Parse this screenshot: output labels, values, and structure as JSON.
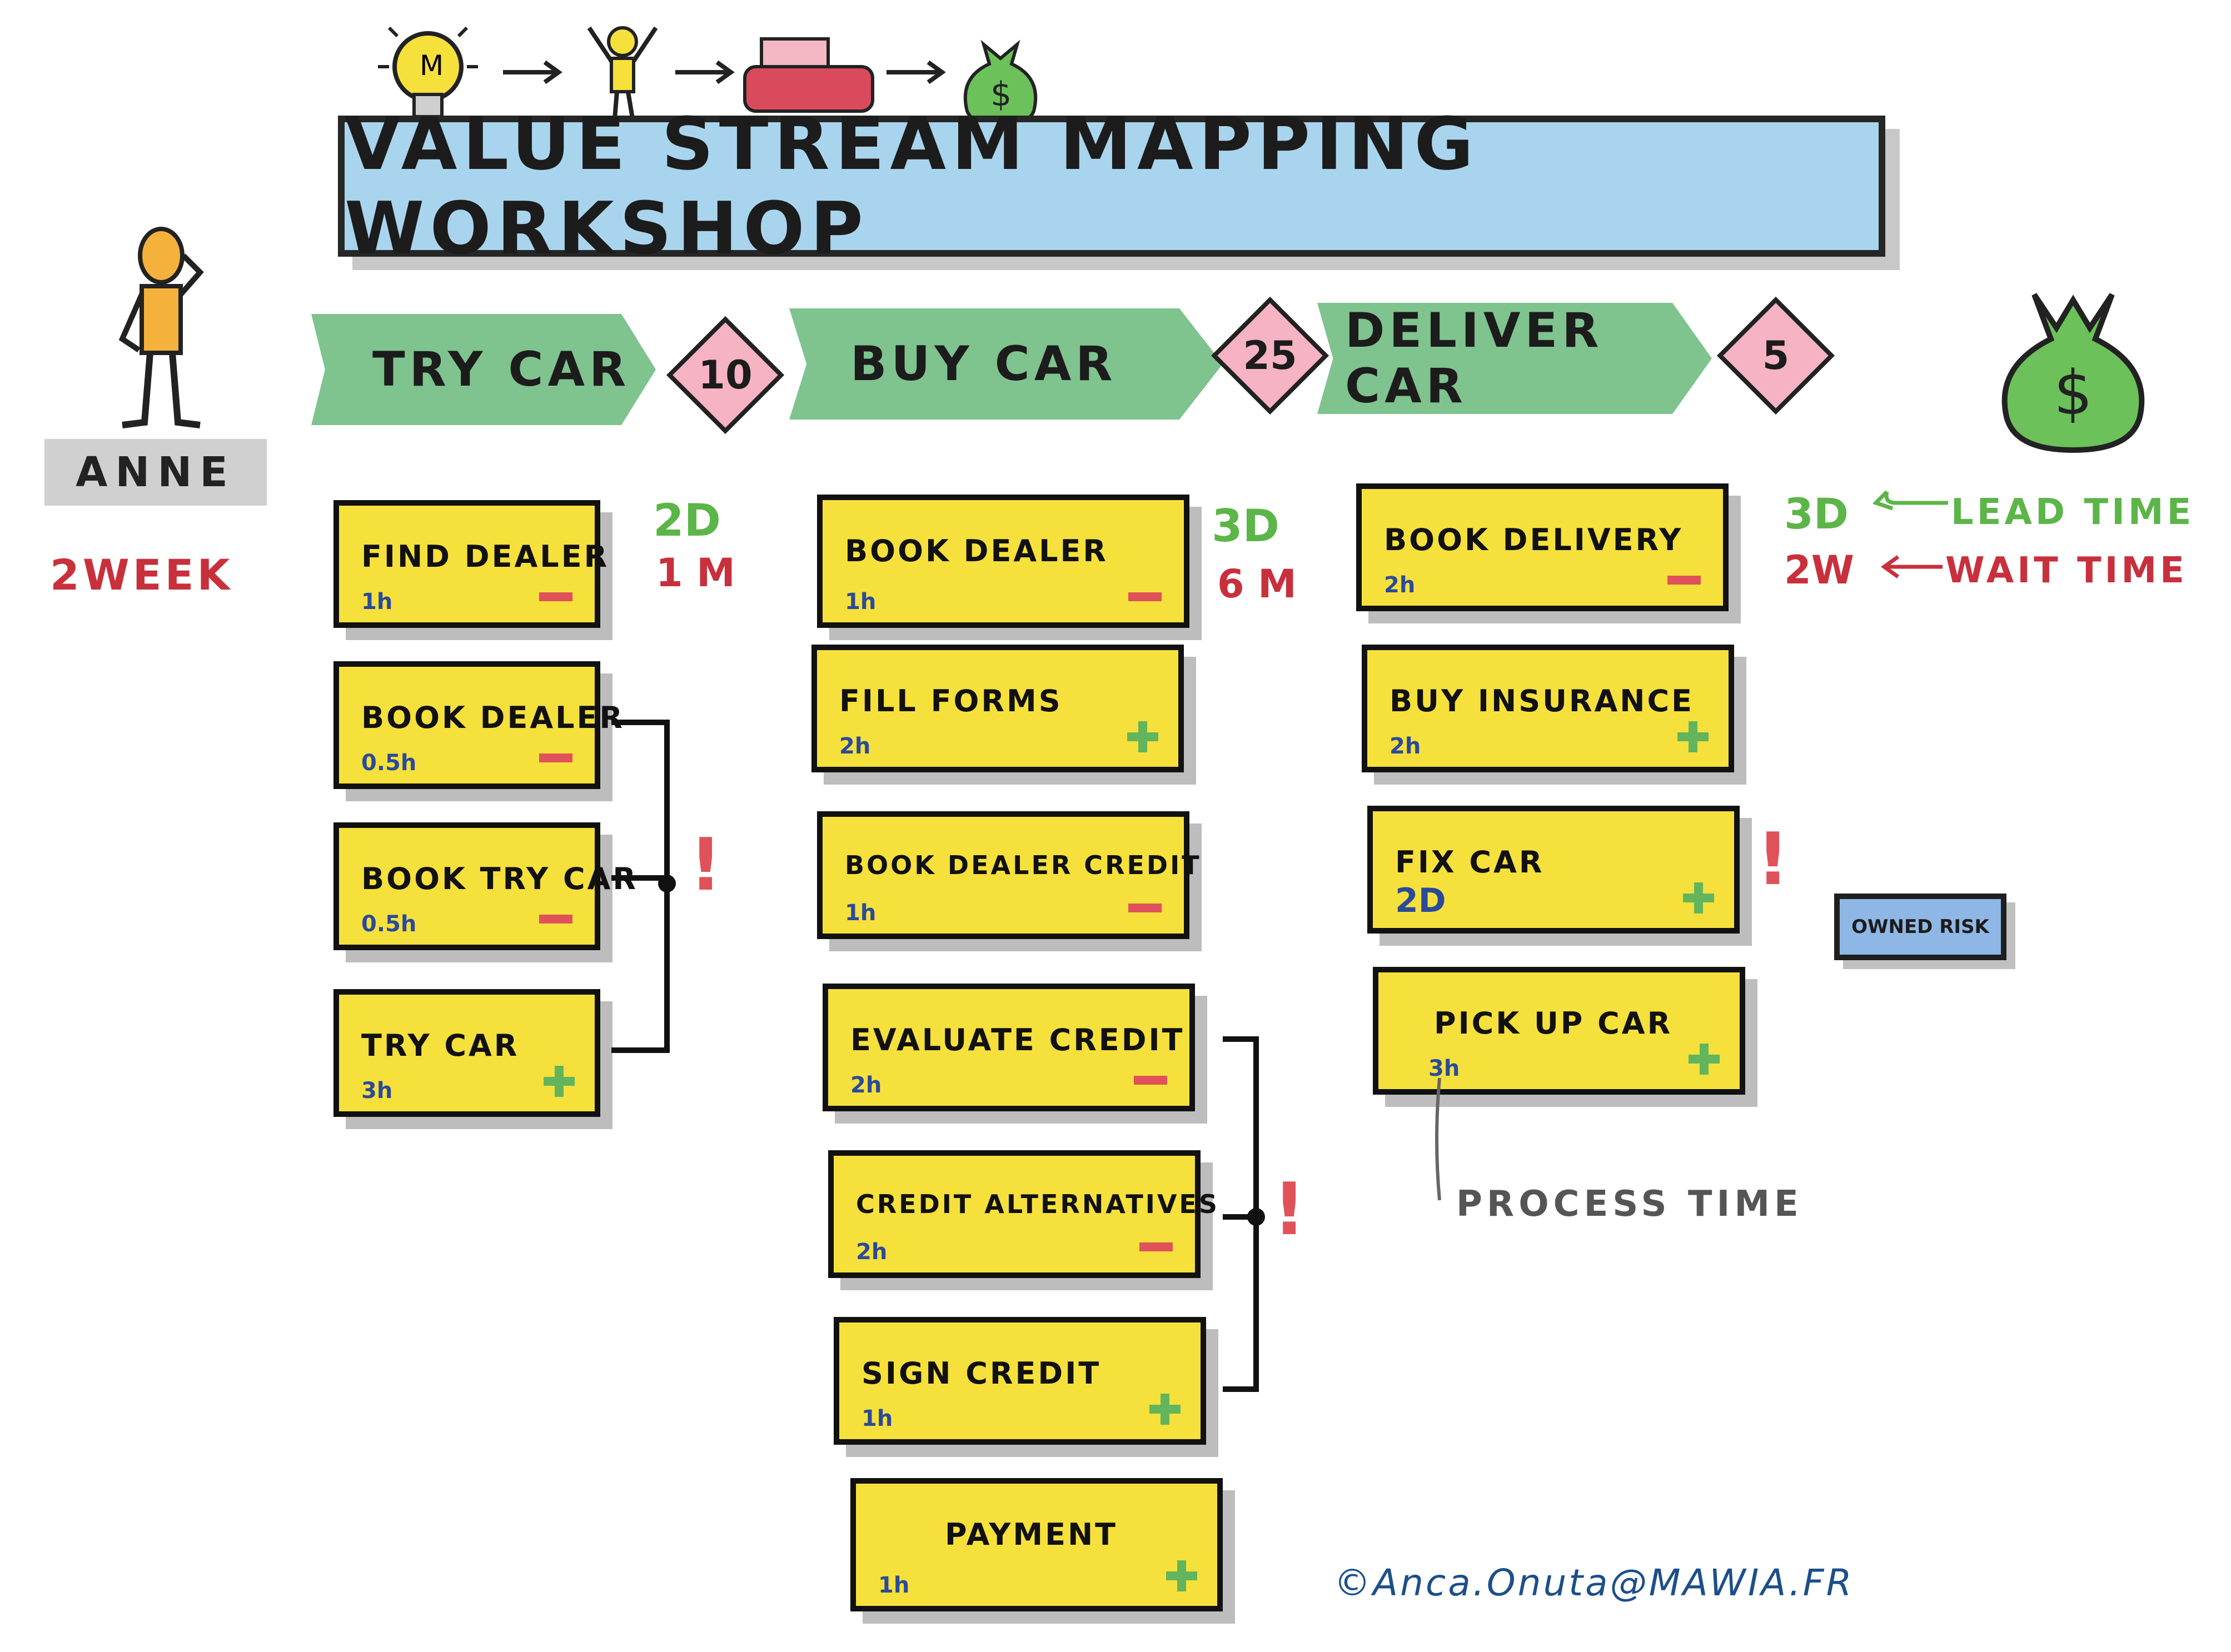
{
  "title": "VALUE STREAM MAPPING WORKSHOP",
  "persona": {
    "name": "ANNE",
    "duration": "2WEEK"
  },
  "stages": [
    {
      "label": "TRY CAR",
      "count": "10",
      "lead_time": "2D",
      "wait_time": "1 M"
    },
    {
      "label": "BUY CAR",
      "count": "25",
      "lead_time": "3D",
      "wait_time": "6 M"
    },
    {
      "label": "DELIVER CAR",
      "count": "5",
      "lead_time": "3D",
      "wait_time": "2W"
    }
  ],
  "legend": {
    "lead_time": "LEAD TIME",
    "wait_time": "WAIT TIME"
  },
  "notes": {
    "try": [
      {
        "label": "FIND DEALER",
        "time": "1h",
        "mark": "minus"
      },
      {
        "label": "BOOK DEALER",
        "time": "0.5h",
        "mark": "minus"
      },
      {
        "label": "BOOK TRY CAR",
        "time": "0.5h",
        "mark": "minus"
      },
      {
        "label": "TRY CAR",
        "time": "3h",
        "mark": "plus"
      }
    ],
    "buy": [
      {
        "label": "BOOK DEALER",
        "time": "1h",
        "mark": "minus"
      },
      {
        "label": "FILL FORMS",
        "time": "2h",
        "mark": "plus"
      },
      {
        "label": "BOOK DEALER CREDIT",
        "time": "1h",
        "mark": "minus"
      },
      {
        "label": "EVALUATE CREDIT",
        "time": "2h",
        "mark": "minus"
      },
      {
        "label": "CREDIT ALTERNATIVES",
        "time": "2h",
        "mark": "minus"
      },
      {
        "label": "SIGN CREDIT",
        "time": "1h",
        "mark": "plus"
      },
      {
        "label": "PAYMENT",
        "time": "1h",
        "mark": "plus"
      }
    ],
    "deliver": [
      {
        "label": "BOOK DELIVERY",
        "time": "2h",
        "mark": "minus"
      },
      {
        "label": "BUY INSURANCE",
        "time": "2h",
        "mark": "plus"
      },
      {
        "label": "FIX CAR",
        "time": "2D",
        "mark": "plus"
      },
      {
        "label": "PICK UP CAR",
        "time": "3h",
        "mark": "plus"
      }
    ]
  },
  "risk_tag": "OWNED RISK",
  "process_time_label": "PROCESS TIME",
  "credit": "©Anca.Onuta@MAWIA.FR",
  "icons": [
    "lightbulb-icon",
    "person-cheering-icon",
    "car-icon",
    "money-bag-icon"
  ],
  "colors": {
    "banner": "#a9d4ee",
    "stage": "#7fc38f",
    "note": "#f6e03c",
    "diamond": "#f6b3c3",
    "minus": "#e0525a",
    "plus": "#62b55c"
  }
}
